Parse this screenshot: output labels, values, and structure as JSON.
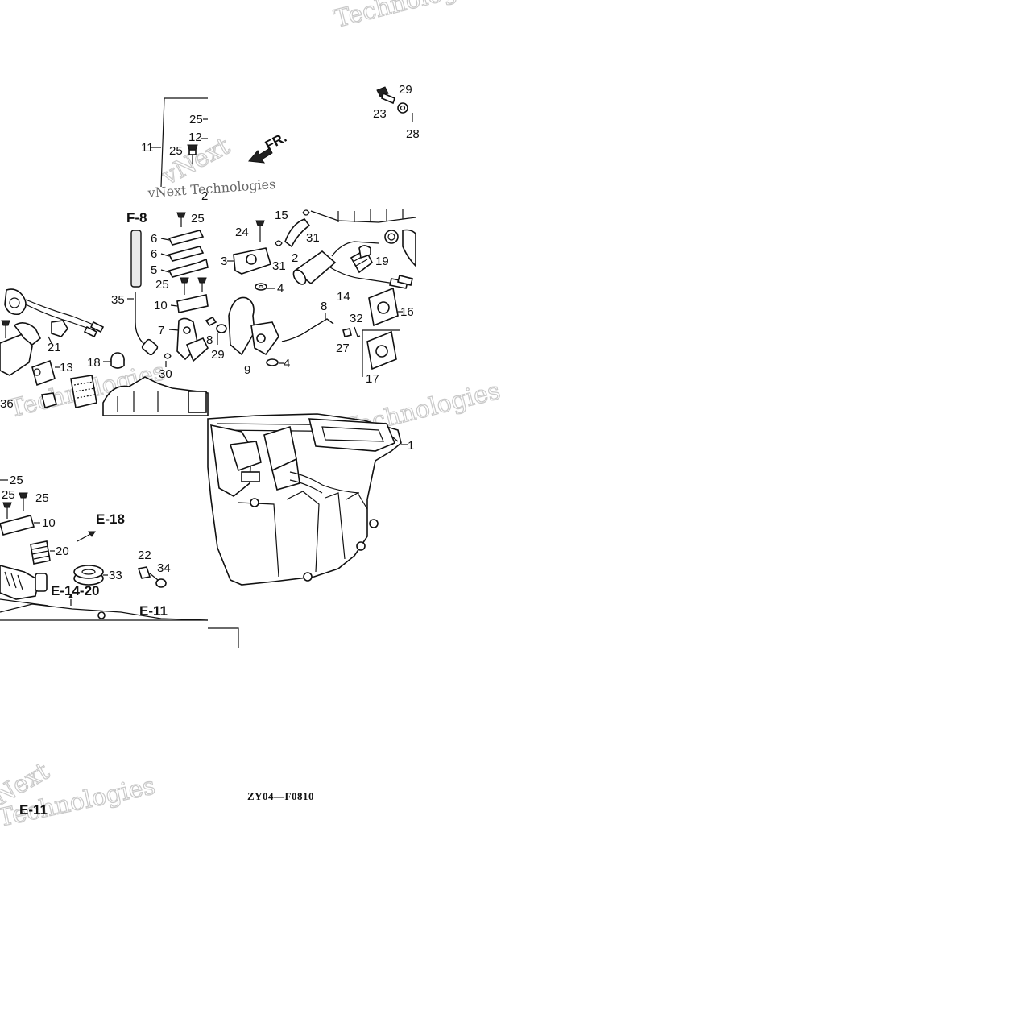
{
  "diagram": {
    "drawing_code": "ZY04—F0810",
    "direction_label": "FR.",
    "watermarks": [
      "Technologies",
      "vNext",
      "Technologies",
      "vNext Technologies",
      "Technologies",
      "Next",
      "Technologies"
    ],
    "part_labels": [
      {
        "id": "l29a",
        "text": "29"
      },
      {
        "id": "l23",
        "text": "23"
      },
      {
        "id": "l28",
        "text": "28"
      },
      {
        "id": "l25a",
        "text": "25"
      },
      {
        "id": "l12",
        "text": "12"
      },
      {
        "id": "l11",
        "text": "11"
      },
      {
        "id": "l25b",
        "text": "25"
      },
      {
        "id": "l2a",
        "text": "2"
      },
      {
        "id": "l25c",
        "text": "25"
      },
      {
        "id": "l6a",
        "text": "6"
      },
      {
        "id": "l6b",
        "text": "6"
      },
      {
        "id": "l5",
        "text": "5"
      },
      {
        "id": "l25d",
        "text": "25"
      },
      {
        "id": "l35",
        "text": "35"
      },
      {
        "id": "l10a",
        "text": "10"
      },
      {
        "id": "l7",
        "text": "7"
      },
      {
        "id": "l18",
        "text": "18"
      },
      {
        "id": "l30",
        "text": "30"
      },
      {
        "id": "l21",
        "text": "21"
      },
      {
        "id": "l13",
        "text": "13"
      },
      {
        "id": "l36",
        "text": "36"
      },
      {
        "id": "l15",
        "text": "15"
      },
      {
        "id": "l24",
        "text": "24"
      },
      {
        "id": "l31a",
        "text": "31"
      },
      {
        "id": "l3",
        "text": "3"
      },
      {
        "id": "l31b",
        "text": "31"
      },
      {
        "id": "l2b",
        "text": "2"
      },
      {
        "id": "l19",
        "text": "19"
      },
      {
        "id": "l4a",
        "text": "4"
      },
      {
        "id": "l14",
        "text": "14"
      },
      {
        "id": "l8a",
        "text": "8"
      },
      {
        "id": "l16",
        "text": "16"
      },
      {
        "id": "l8b",
        "text": "8"
      },
      {
        "id": "l29b",
        "text": "29"
      },
      {
        "id": "l32",
        "text": "32"
      },
      {
        "id": "l27",
        "text": "27"
      },
      {
        "id": "l9",
        "text": "9"
      },
      {
        "id": "l4b",
        "text": "4"
      },
      {
        "id": "l17",
        "text": "17"
      },
      {
        "id": "l1",
        "text": "1"
      },
      {
        "id": "l25e",
        "text": "25"
      },
      {
        "id": "l25f",
        "text": "25"
      },
      {
        "id": "l25g",
        "text": "25"
      },
      {
        "id": "l10b",
        "text": "10"
      },
      {
        "id": "l20",
        "text": "20"
      },
      {
        "id": "l33",
        "text": "33"
      },
      {
        "id": "l22",
        "text": "22"
      },
      {
        "id": "l34",
        "text": "34"
      }
    ],
    "section_refs": [
      {
        "id": "rF8",
        "text": "F-8"
      },
      {
        "id": "rE18",
        "text": "E-18"
      },
      {
        "id": "rE1420",
        "text": "E-14-20"
      },
      {
        "id": "rE11a",
        "text": "E-11"
      },
      {
        "id": "rE11b",
        "text": "E-11"
      }
    ]
  }
}
